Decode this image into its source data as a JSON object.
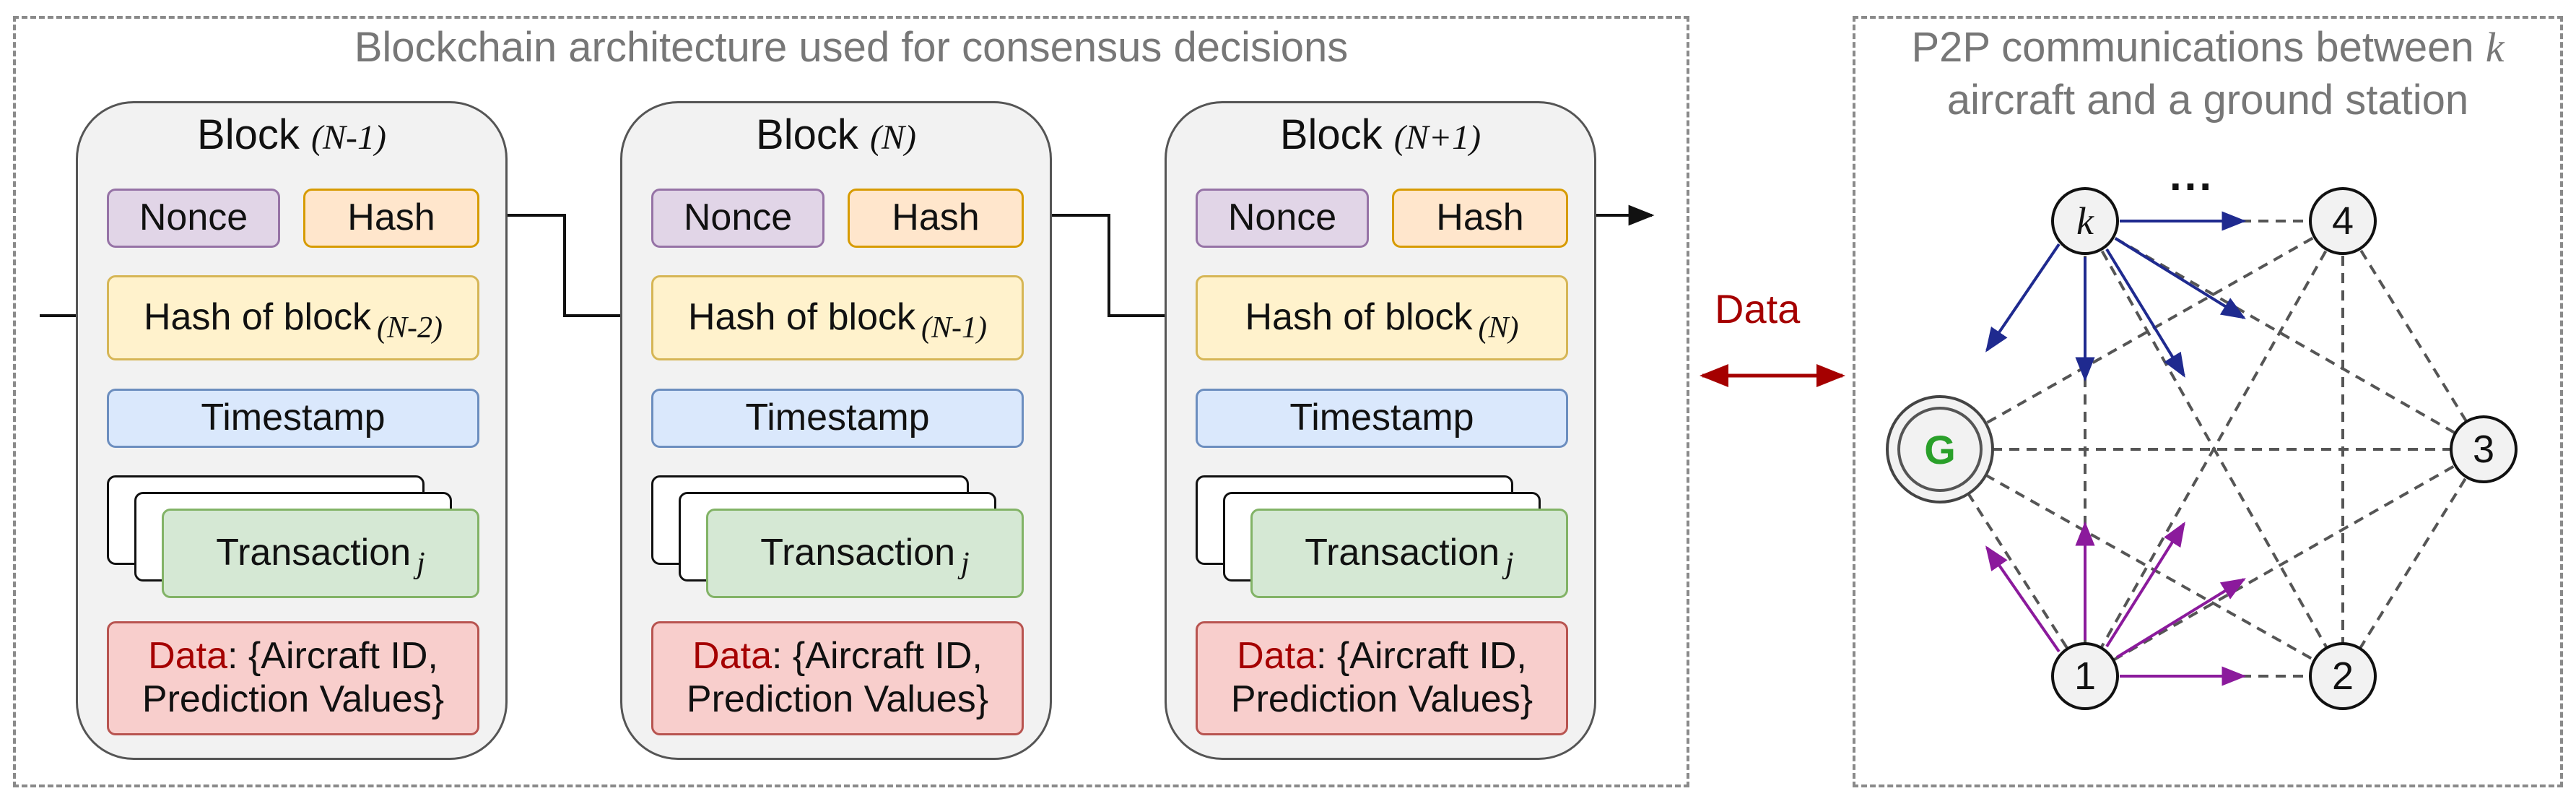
{
  "left_panel": {
    "title": "Blockchain architecture used for consensus decisions"
  },
  "right_panel": {
    "title_line1": "P2P communications between ",
    "title_var": "k",
    "title_line2": "aircraft and a ground station"
  },
  "blocks": [
    {
      "title": "Block ",
      "index": "(N-1)",
      "nonce": "Nonce",
      "hash": "Hash",
      "prev_hash": "Hash of block ",
      "prev_index": "(N-2)",
      "timestamp": "Timestamp",
      "transaction": "Transaction ",
      "transaction_sub": "j",
      "data_key": "Data",
      "data_value_1": ": {Aircraft ID,",
      "data_value_2": "Prediction Values}"
    },
    {
      "title": "Block ",
      "index": "(N)",
      "nonce": "Nonce",
      "hash": "Hash",
      "prev_hash": "Hash of block ",
      "prev_index": "(N-1)",
      "timestamp": "Timestamp",
      "transaction": "Transaction ",
      "transaction_sub": "j",
      "data_key": "Data",
      "data_value_1": ": {Aircraft ID,",
      "data_value_2": "Prediction Values}"
    },
    {
      "title": "Block ",
      "index": "(N+1)",
      "nonce": "Nonce",
      "hash": "Hash",
      "prev_hash": "Hash of block ",
      "prev_index": "(N)",
      "timestamp": "Timestamp",
      "transaction": "Transaction ",
      "transaction_sub": "j",
      "data_key": "Data",
      "data_value_1": ": {Aircraft ID,",
      "data_value_2": "Prediction Values}"
    }
  ],
  "exchange": {
    "label": "Data"
  },
  "network": {
    "nodes": {
      "k": "k",
      "n4": "4",
      "g": "G",
      "n3": "3",
      "n1": "1",
      "n2": "2"
    },
    "ellipsis": "..."
  },
  "colors": {
    "k_arrows": "#1f2a8f",
    "node1_arrows": "#8b1a9c",
    "data_arrow": "#a50000",
    "ground_label": "#2aa02a"
  }
}
